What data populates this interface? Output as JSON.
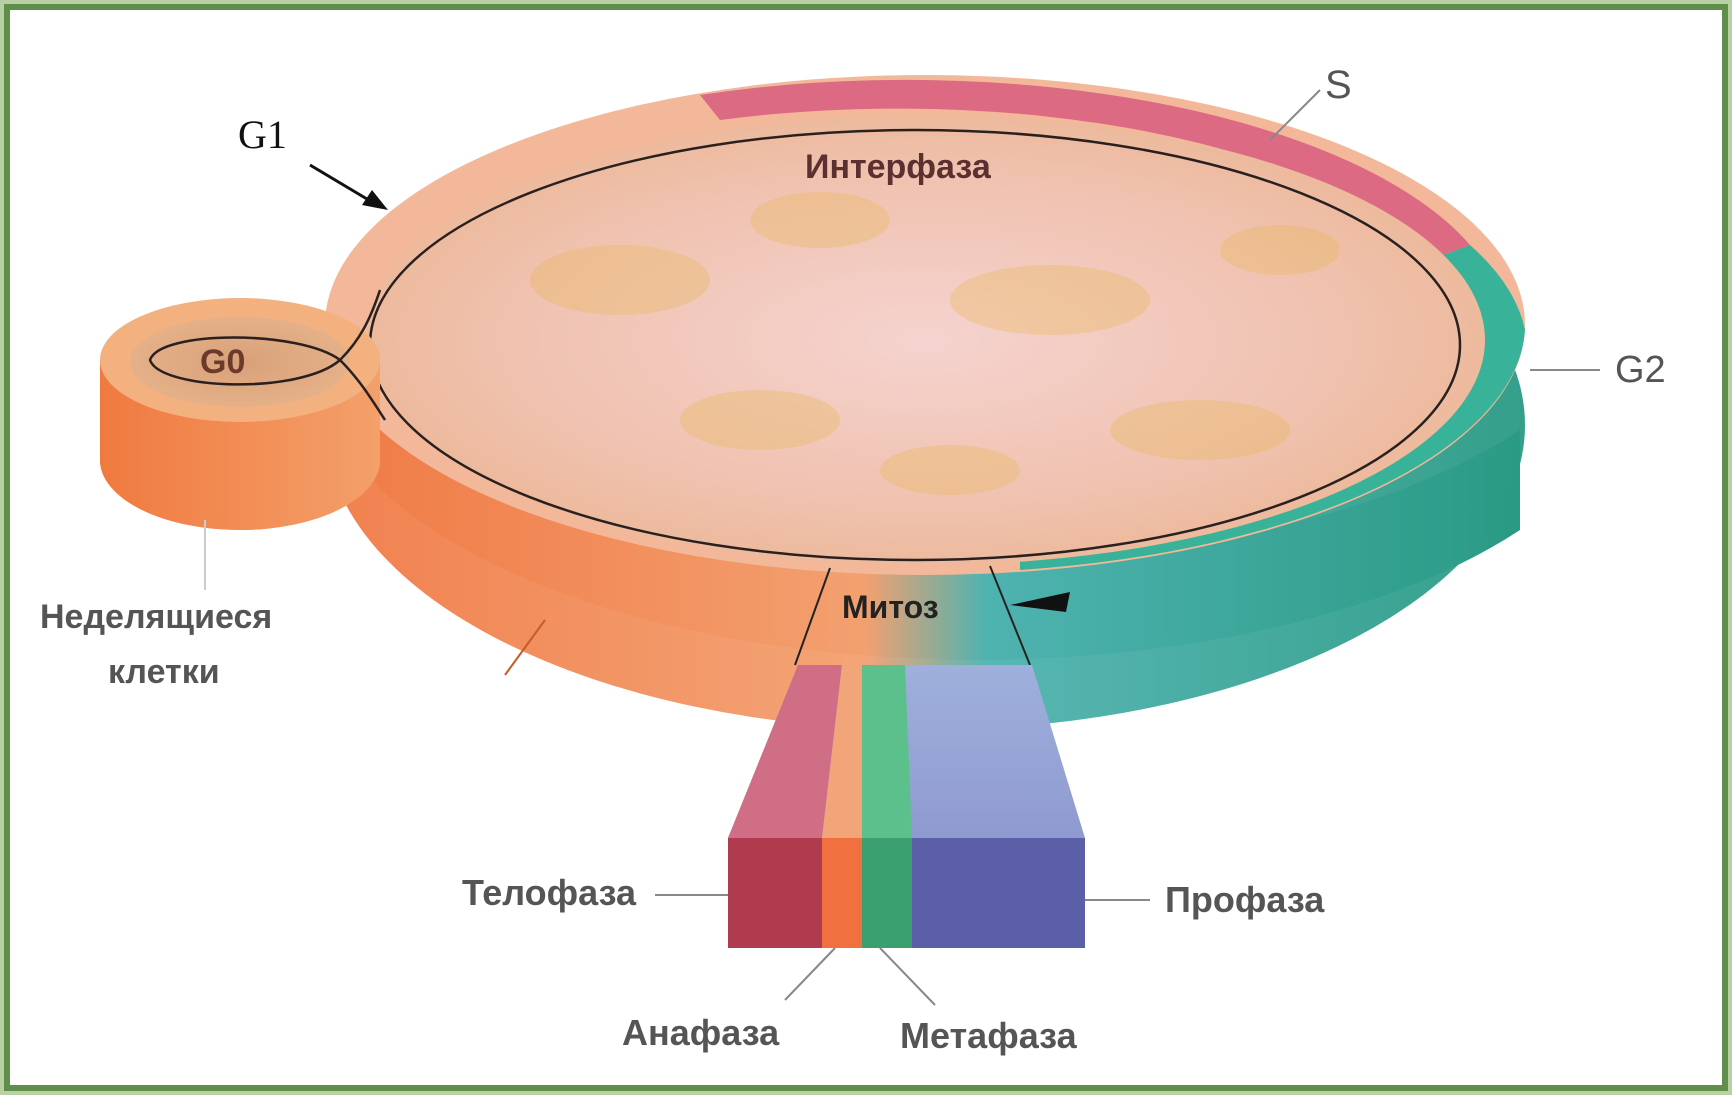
{
  "labels": {
    "g1": "G1",
    "s": "S",
    "g2": "G2",
    "g0": "G0",
    "interphase": "Интерфаза",
    "mitosis": "Митоз",
    "non_dividing_line1": "Неделящиеся",
    "non_dividing_line2": "клетки",
    "telophase": "Телофаза",
    "anaphase": "Анафаза",
    "metaphase": "Метафаза",
    "prophase": "Профаза"
  },
  "colors": {
    "frame_border": "#5f8f4a",
    "g1_band": "#f08a5a",
    "s_band": "#d9607a",
    "g2_band": "#2fa98e",
    "disc_top": "#f2c3b8",
    "telophase": "#b03a4e",
    "anaphase": "#f07040",
    "metaphase": "#3aa070",
    "prophase": "#5a5fa8"
  }
}
